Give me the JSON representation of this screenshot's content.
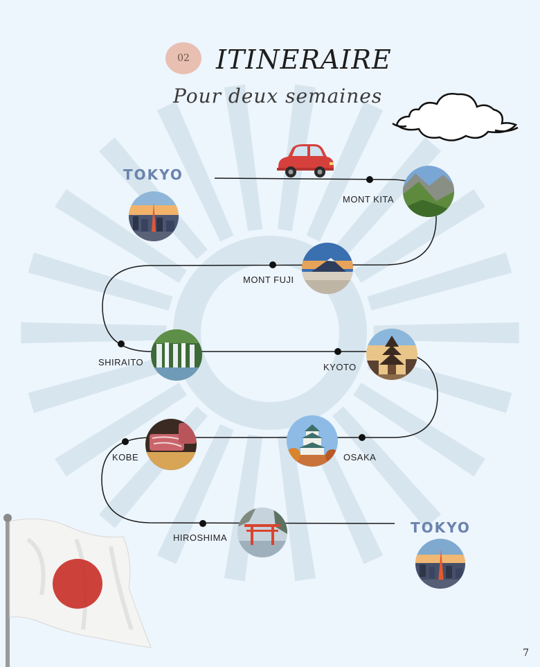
{
  "header": {
    "badge_number": "02",
    "title": "ITINERAIRE",
    "subtitle": "Pour deux semaines"
  },
  "route": {
    "start_city": "TOKYO",
    "end_city": "TOKYO",
    "stops": [
      {
        "label": "MONT KITA",
        "photo": "mountain-valley-photo"
      },
      {
        "label": "MONT FUJI",
        "photo": "mount-fuji-photo"
      },
      {
        "label": "SHIRAITO",
        "photo": "waterfall-photo"
      },
      {
        "label": "KYOTO",
        "photo": "pagoda-photo"
      },
      {
        "label": "OSAKA",
        "photo": "osaka-castle-photo"
      },
      {
        "label": "KOBE",
        "photo": "kobe-beef-photo"
      },
      {
        "label": "HIROSHIMA",
        "photo": "torii-gate-photo"
      }
    ]
  },
  "footer": {
    "page_number": "7"
  },
  "colors": {
    "background": "#edf5fd",
    "watermark": "#d4e3ec",
    "city_label": "#6a84ad",
    "badge": "#e8bfb1",
    "flag_red": "#c8322a",
    "car_red": "#d6403c"
  },
  "icons": [
    "cloud-icon",
    "car-icon",
    "japan-flag-icon",
    "sunburst-watermark"
  ]
}
